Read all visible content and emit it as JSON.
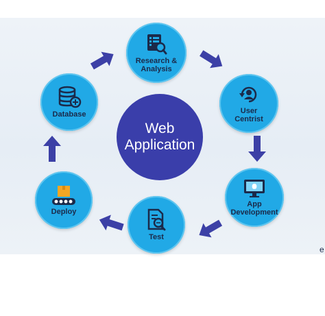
{
  "center": {
    "line1": "Web",
    "line2": "Application"
  },
  "nodes": [
    {
      "id": "research",
      "label": "Research &\nAnalysis",
      "icon": "report-search-icon"
    },
    {
      "id": "user",
      "label": "User\nCentrist",
      "icon": "user-cycle-icon"
    },
    {
      "id": "app",
      "label": "App\nDevelopment",
      "icon": "monitor-apple-icon"
    },
    {
      "id": "test",
      "label": "Test",
      "icon": "document-search-icon"
    },
    {
      "id": "deploy",
      "label": "Deploy",
      "icon": "conveyor-box-icon"
    },
    {
      "id": "database",
      "label": "Database",
      "icon": "database-add-icon"
    }
  ],
  "stray_text": "e",
  "colors": {
    "node": "#21a9e6",
    "center": "#3a3eaa",
    "arrow": "#3c40a6",
    "label": "#1b2a4a"
  }
}
